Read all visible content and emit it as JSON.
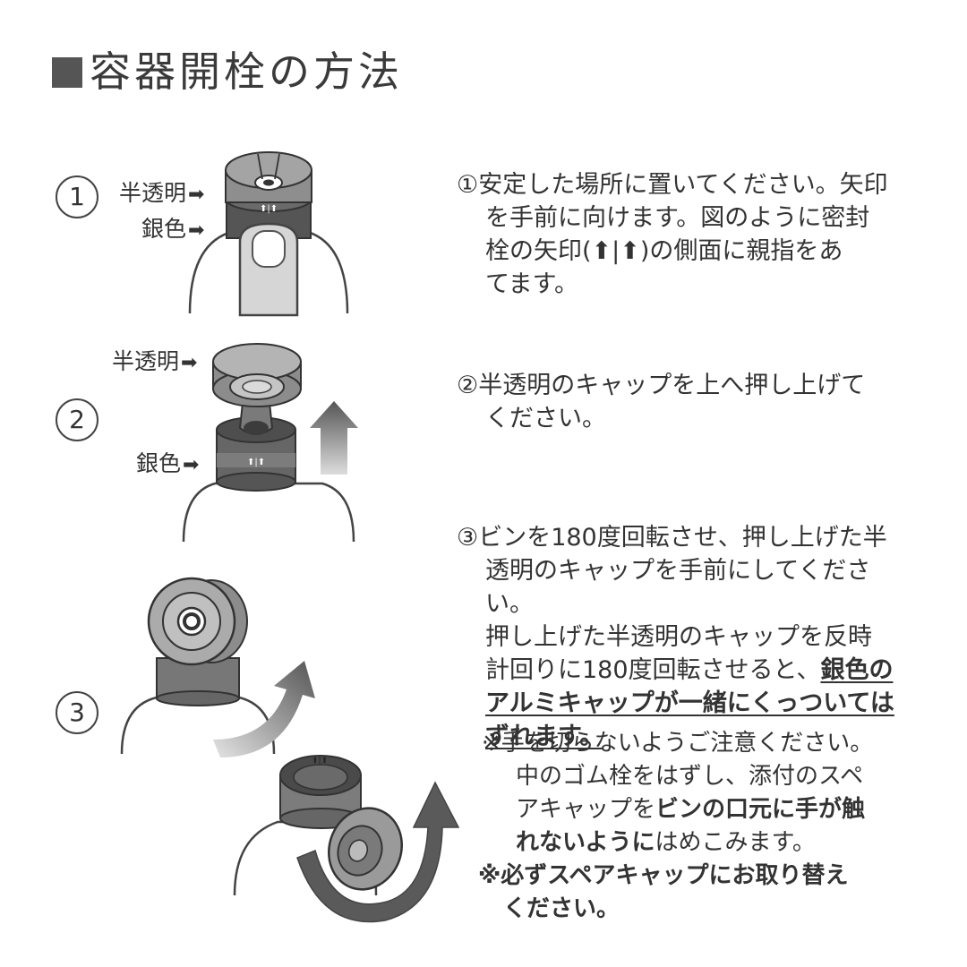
{
  "title": "容器開栓の方法",
  "labels": {
    "translucent": "半透明",
    "silver": "銀色"
  },
  "steps": [
    {
      "number": "1",
      "lines": [
        "①安定した場所に置いてください。矢印",
        "を手前に向けます。図のように密封",
        "栓の矢印(⬆|⬆)の側面に親指をあ",
        "てます。"
      ]
    },
    {
      "number": "2",
      "lines": [
        "②半透明のキャップを上へ押し上げて",
        "ください。"
      ]
    },
    {
      "number": "3",
      "line1": "③ビンを180度回転させ、押し上げた半",
      "line2": "透明のキャップを手前にしてください。",
      "line3": "押し上げた半透明のキャップを反時",
      "line4_plain": "計回りに180度回転させると、",
      "line4_bold": "銀色の",
      "line5_bold": "アルミキャップが一緒にくっついては",
      "line6_bold": "ずれます。"
    }
  ],
  "note": {
    "line1": "※手を切らないようご注意ください。",
    "line2": "中のゴム栓をはずし、添付のスペ",
    "line3_plain": "アキャップを",
    "line3_bold": "ビンの口元に手が触",
    "line4_bold": "れないように",
    "line4_plain": "はめこみます。",
    "line5": "※必ずスペアキャップにお取り替え",
    "line6": "ください。"
  }
}
